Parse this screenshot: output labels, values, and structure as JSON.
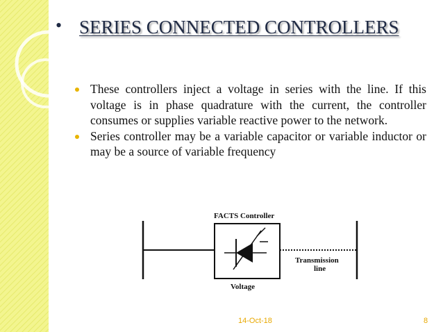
{
  "slide": {
    "title": "SERIES CONNECTED CONTROLLERS",
    "bullets": [
      "These controllers inject a voltage in series with the line. If this voltage is in phase quadrature with the current, the controller consumes or supplies variable reactive power to the network.",
      "Series controller may be a variable capacitor or variable inductor or may be a source of variable frequency"
    ]
  },
  "diagram": {
    "controller_label": "FACTS Controller",
    "voltage_label": "Voltage",
    "line_label_1": "Transmission",
    "line_label_2": "line"
  },
  "footer": {
    "date": "14-Oct-18",
    "page": "8"
  },
  "colors": {
    "sidebar": "#F3F58F",
    "title": "#1F2A44",
    "bullet": "#E8B400",
    "footer": "#E8A800"
  }
}
